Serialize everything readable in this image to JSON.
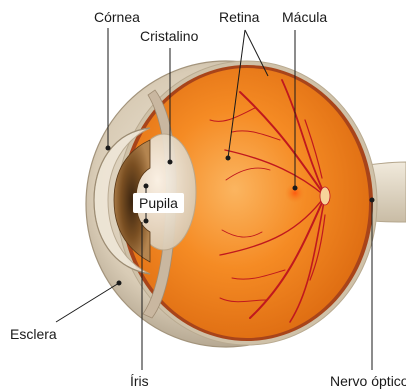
{
  "labels": {
    "cornea": "Córnea",
    "cristalino": "Cristalino",
    "retina": "Retina",
    "macula": "Mácula",
    "pupila": "Pupila",
    "esclera": "Esclera",
    "iris": "Íris",
    "nervo_optico": "Nervo óptico"
  },
  "colors": {
    "sclera": "#e6dccb",
    "sclera_shadow": "#bfb19a",
    "retina_orange": "#f07e1b",
    "retina_light": "#f9a84a",
    "vessels": "#c0181e",
    "macula": "#e8500f",
    "iris": "#9a6a35",
    "lens": "#f3e9d8",
    "pointer_line": "#1a1a1a"
  }
}
